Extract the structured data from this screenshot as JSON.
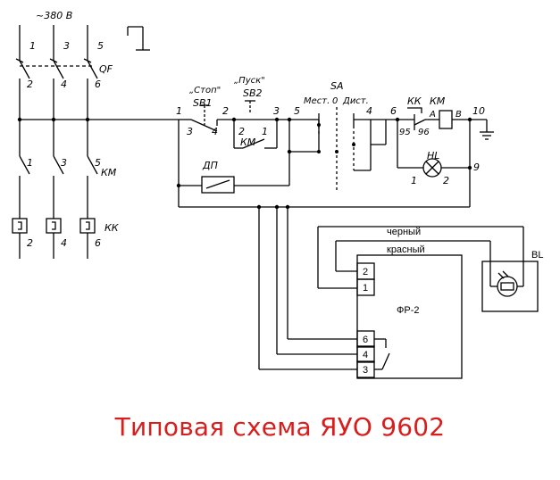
{
  "supply": {
    "voltage": "~380 В"
  },
  "power_circuit": {
    "breaker": {
      "designation": "QF",
      "top_terminals": [
        "1",
        "3",
        "5"
      ],
      "bottom_terminals": [
        "2",
        "4",
        "6"
      ]
    },
    "contactor": {
      "designation": "КМ",
      "terminals": [
        "1",
        "3",
        "5"
      ]
    },
    "thermal_relay": {
      "designation": "КК",
      "terminals": [
        "2",
        "4",
        "6"
      ]
    }
  },
  "control_circuit": {
    "stop_button": {
      "name": "„Стоп\"",
      "designation": "SB1",
      "terminals": [
        "3",
        "4"
      ]
    },
    "start_button": {
      "name": "„Пуск\"",
      "designation": "SB2",
      "terminals": [
        "2",
        "1"
      ]
    },
    "km_aux_contact": {
      "designation": "КМ",
      "terminals": [
        "2",
        "1"
      ]
    },
    "remote_contact": {
      "designation": "ДП"
    },
    "mode_switch": {
      "designation": "SA",
      "local": "Мест.",
      "off": "0",
      "remote": "Дист."
    },
    "thermal_contact": {
      "designation": "КК",
      "terminals": [
        "95",
        "96"
      ]
    },
    "contactor_coil": {
      "designation": "КМ",
      "terminals": [
        "А",
        "В"
      ]
    },
    "lamp": {
      "designation": "HL",
      "terminals": [
        "1",
        "2"
      ]
    },
    "nodes": [
      "1",
      "2",
      "3",
      "4",
      "5",
      "6",
      "9",
      "10"
    ]
  },
  "photo_relay": {
    "designation": "ФР-2",
    "terminals": [
      "2",
      "1",
      "6",
      "4",
      "3"
    ],
    "wire_black": "черный",
    "wire_red": "красный",
    "sensor": {
      "designation": "BL"
    }
  },
  "caption": "Типовая схема ЯУО 9602"
}
